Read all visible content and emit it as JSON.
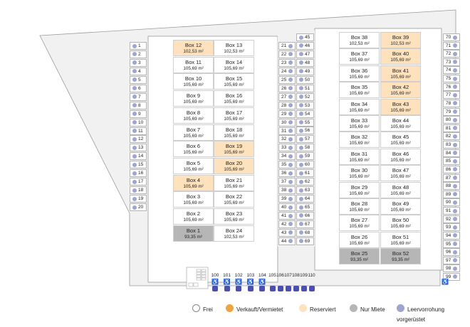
{
  "left_slots": [
    "1",
    "2",
    "3",
    "4",
    "5",
    "6",
    "7",
    "8",
    "9",
    "10",
    "11",
    "12",
    "13",
    "14",
    "15",
    "16",
    "17",
    "18",
    "19",
    "20"
  ],
  "mid_left_slots": [
    "21",
    "22",
    "23",
    "24",
    "25",
    "26",
    "27",
    "28",
    "29",
    "30",
    "31",
    "32",
    "33",
    "34",
    "35",
    "36",
    "37",
    "38",
    "39",
    "40",
    "41",
    "42",
    "43",
    "44"
  ],
  "mid_right_slots": [
    "45",
    "46",
    "47",
    "48",
    "49",
    "50",
    "51",
    "52",
    "53",
    "54",
    "55",
    "56",
    "57",
    "58",
    "59",
    "60",
    "61",
    "62",
    "63",
    "64",
    "65",
    "66",
    "67",
    "68",
    "69"
  ],
  "right_slots": [
    "70",
    "71",
    "72",
    "73",
    "74",
    "75",
    "76",
    "77",
    "78",
    "79",
    "80",
    "81",
    "82",
    "83",
    "84",
    "85",
    "86",
    "87",
    "88",
    "89",
    "90",
    "91",
    "92",
    "93",
    "94",
    "95",
    "96",
    "97",
    "98",
    "99"
  ],
  "unit": "m²",
  "block_a": {
    "col1": [
      {
        "name": "Box 12",
        "area": "102,53",
        "status": "reserved"
      },
      {
        "name": "Box 11",
        "area": "105,69",
        "status": "free"
      },
      {
        "name": "Box 10",
        "area": "105,69",
        "status": "free"
      },
      {
        "name": "Box 9",
        "area": "105,69",
        "status": "free"
      },
      {
        "name": "Box 8",
        "area": "105,69",
        "status": "free"
      },
      {
        "name": "Box 7",
        "area": "105,69",
        "status": "free"
      },
      {
        "name": "Box 6",
        "area": "105,69",
        "status": "free"
      },
      {
        "name": "Box 5",
        "area": "105,69",
        "status": "free"
      },
      {
        "name": "Box 4",
        "area": "105,69",
        "status": "reserved"
      },
      {
        "name": "Box 3",
        "area": "105,69",
        "status": "free"
      },
      {
        "name": "Box 2",
        "area": "105,69",
        "status": "free"
      },
      {
        "name": "Box 1",
        "area": "93,35",
        "status": "rentonly"
      }
    ],
    "col2": [
      {
        "name": "Box 13",
        "area": "102,53",
        "status": "free"
      },
      {
        "name": "Box 14",
        "area": "105,69",
        "status": "free"
      },
      {
        "name": "Box 15",
        "area": "105,69",
        "status": "free"
      },
      {
        "name": "Box 16",
        "area": "105,69",
        "status": "free"
      },
      {
        "name": "Box 17",
        "area": "105,69",
        "status": "free"
      },
      {
        "name": "Box 18",
        "area": "105,69",
        "status": "free"
      },
      {
        "name": "Box 19",
        "area": "105,69",
        "status": "reserved"
      },
      {
        "name": "Box 20",
        "area": "105,69",
        "status": "reserved"
      },
      {
        "name": "Box 21",
        "area": "105,69",
        "status": "free"
      },
      {
        "name": "Box 22",
        "area": "105,69",
        "status": "free"
      },
      {
        "name": "Box 23",
        "area": "105,69",
        "status": "free"
      },
      {
        "name": "Box 24",
        "area": "102,53",
        "status": "free"
      }
    ]
  },
  "block_b": {
    "col1": [
      {
        "name": "Box 38",
        "area": "102,53",
        "status": "free"
      },
      {
        "name": "Box 37",
        "area": "105,69",
        "status": "free"
      },
      {
        "name": "Box 36",
        "area": "105,69",
        "status": "free"
      },
      {
        "name": "Box 35",
        "area": "105,69",
        "status": "free"
      },
      {
        "name": "Box 34",
        "area": "105,69",
        "status": "free"
      },
      {
        "name": "Box 33",
        "area": "105,69",
        "status": "free"
      },
      {
        "name": "Box 32",
        "area": "105,69",
        "status": "free"
      },
      {
        "name": "Box 31",
        "area": "105,69",
        "status": "free"
      },
      {
        "name": "Box 30",
        "area": "105,69",
        "status": "free"
      },
      {
        "name": "Box 29",
        "area": "105,69",
        "status": "free"
      },
      {
        "name": "Box 28",
        "area": "105,69",
        "status": "free"
      },
      {
        "name": "Box 27",
        "area": "105,69",
        "status": "free"
      },
      {
        "name": "Box 26",
        "area": "105,69",
        "status": "free"
      },
      {
        "name": "Box 25",
        "area": "93,35",
        "status": "rentonly"
      }
    ],
    "col2": [
      {
        "name": "Box 39",
        "area": "102,53",
        "status": "reserved"
      },
      {
        "name": "Box 40",
        "area": "105,69",
        "status": "reserved"
      },
      {
        "name": "Box 41",
        "area": "105,69",
        "status": "reserved"
      },
      {
        "name": "Box 42",
        "area": "105,69",
        "status": "reserved"
      },
      {
        "name": "Box 43",
        "area": "105,69",
        "status": "reserved"
      },
      {
        "name": "Box 44",
        "area": "105,69",
        "status": "free"
      },
      {
        "name": "Box 45",
        "area": "105,69",
        "status": "free"
      },
      {
        "name": "Box 46",
        "area": "105,69",
        "status": "free"
      },
      {
        "name": "Box 47",
        "area": "105,69",
        "status": "free"
      },
      {
        "name": "Box 48",
        "area": "105,69",
        "status": "free"
      },
      {
        "name": "Box 49",
        "area": "105,69",
        "status": "free"
      },
      {
        "name": "Box 50",
        "area": "105,69",
        "status": "free"
      },
      {
        "name": "Box 51",
        "area": "105,69",
        "status": "free"
      },
      {
        "name": "Box 52",
        "area": "93,35",
        "status": "rentonly"
      }
    ]
  },
  "parking": {
    "accessible": [
      "100",
      "101",
      "102",
      "103",
      "104"
    ],
    "regular": [
      "105",
      "106",
      "107",
      "108",
      "109",
      "110"
    ],
    "accessible_symbol": "♿"
  },
  "legend": [
    {
      "label": "Frei",
      "color": "#ffffff",
      "border": "#888888"
    },
    {
      "label": "Verkauft/Vermietet",
      "color": "#f0a33c",
      "border": "#f0a33c"
    },
    {
      "label": "Reserviert",
      "color": "#fde2bd",
      "border": "#fde2bd"
    },
    {
      "label": "Nur Miete",
      "color": "#b6b6b6",
      "border": "#b6b6b6"
    },
    {
      "label": "Leervorrohung vorgerüstet",
      "color": "#9ea5cf",
      "border": "#9ea5cf"
    }
  ],
  "colors": {
    "reserved": "#fde2bd",
    "rentonly": "#b6b6b6",
    "slot_dot": "#9ea5cf",
    "parking": "#4d4faf"
  }
}
